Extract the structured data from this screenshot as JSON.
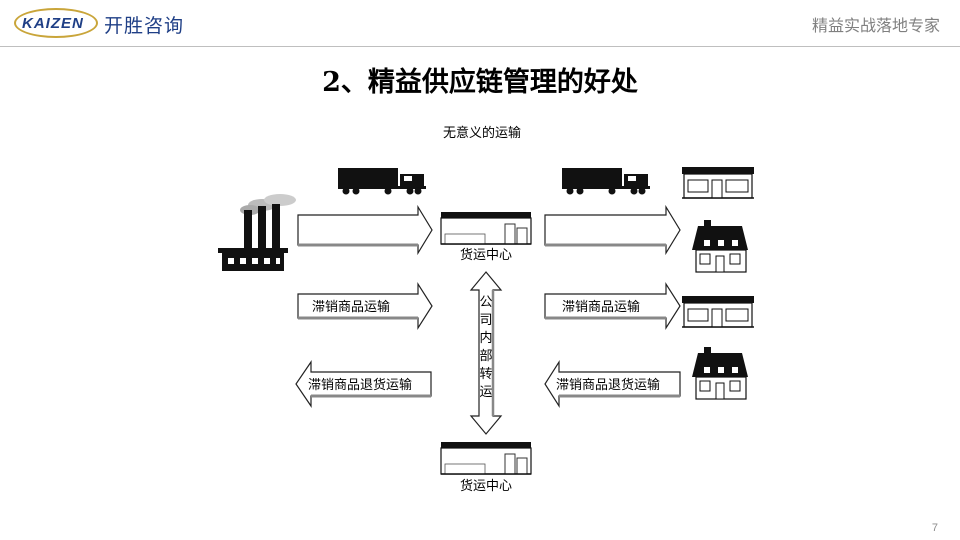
{
  "header": {
    "logo_text": "KAIZEN",
    "logo_cn": "开胜咨询",
    "slogan": "精益实战落地专家"
  },
  "title": "2、精益供应链管理的好处",
  "diagram": {
    "caption": "无意义的运输",
    "center_top_label": "货运中心",
    "center_bottom_label": "货运中心",
    "internal_transfer_label": "公司内部转运",
    "left_slow_label": "滞销商品运输",
    "left_return_label": "滞销商品退货运输",
    "right_slow_label": "滞销商品运输",
    "right_return_label": "滞销商品退货运输"
  },
  "page_number": "7",
  "colors": {
    "brand_blue": "#1f3f86",
    "brand_gold": "#c9a53a"
  }
}
